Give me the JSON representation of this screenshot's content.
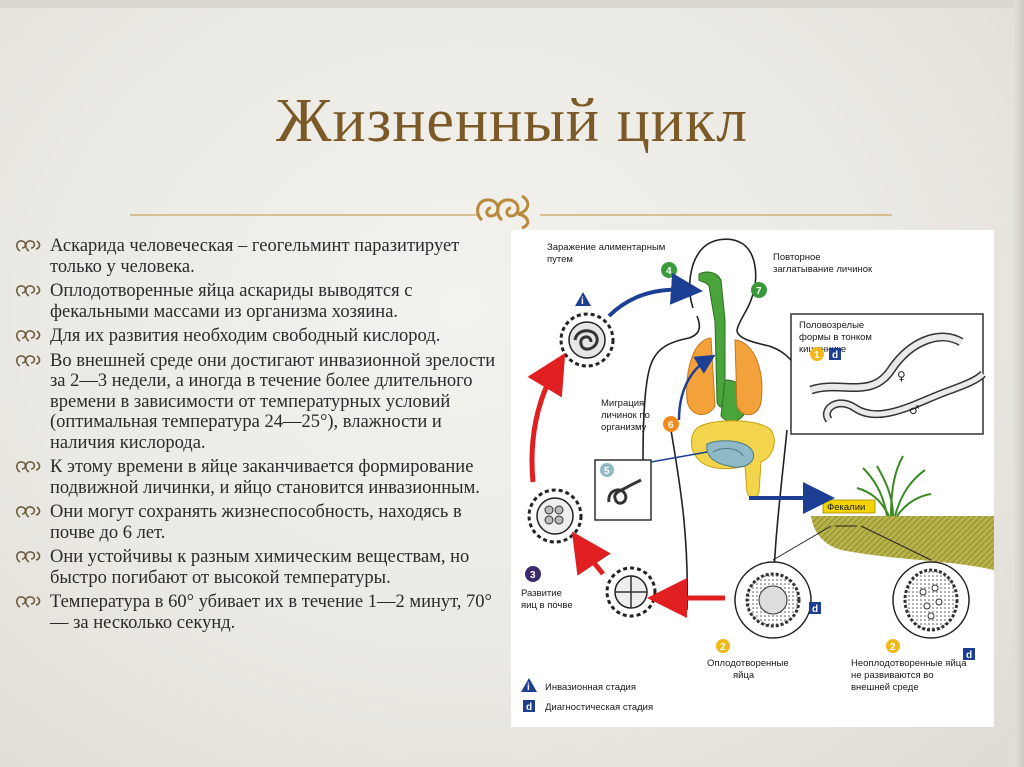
{
  "title": "Жизненный цикл",
  "bullets": [
    "Аскарида человеческая – геогельминт паразитирует только у человека.",
    "Оплодотворенные яйца аскариды выводятся с фекальными массами из организма хозяина.",
    " Для их развития необходим свободный кислород.",
    "Во внешней среде они достигают инвазионной зрелости за 2—3 недели, а иногда в течение более длительного времени в зависимости от температурных условий (оптимальная температура 24—25°), влажности и наличия кислорода.",
    " К этому времени в яйце заканчивается формирование подвижной личинки, и яйцо становится инвазионным.",
    "Они могут сохранять жизнеспособность, находясь в почве до 6 лет.",
    "Они устойчивы к разным химическим веществам, но быстро погибают от высокой температуры.",
    "Температура в 60° убивает их в течение 1—2 минут, 70° — за несколько секунд."
  ],
  "diagram": {
    "label_infection_1": "Заражение алиментарным",
    "label_infection_2": "путем",
    "label_reswallow_1": "Повторное",
    "label_reswallow_2": "заглатывание личинок",
    "label_adult_1": "Половозрелые",
    "label_adult_2": "формы в тонком",
    "label_adult_3": "кишечнике",
    "label_migration_1": "Миграция",
    "label_migration_2": "личинок по",
    "label_migration_3": "организму",
    "label_feces": "Фекалии",
    "label_dev_1": "Развитие",
    "label_dev_2": "яиц в почве",
    "label_fert_1": "Оплодотворенные",
    "label_fert_2": "яйца",
    "label_unfert_1": "Неоплодотворенные яйца",
    "label_unfert_2": "не развиваются во",
    "label_unfert_3": "внешней среде",
    "legend_invasive": "Инвазионная стадия",
    "legend_diagnostic": "Диагностическая стадия",
    "stage_numbers": [
      "1",
      "2",
      "2",
      "3",
      "4",
      "5",
      "6",
      "7"
    ],
    "marker_i": "i",
    "marker_d": "d",
    "symbol_female": "♀",
    "symbol_male": "♂"
  },
  "colors": {
    "title": "#7b5a27",
    "accent_line": "#c9a55b",
    "stage_green": "#3a9a3a",
    "stage_yellow": "#f2b817",
    "stage_orange": "#f08a1e",
    "stage_purple": "#3d2a6d",
    "marker_blue": "#1c3f94",
    "arrow_red": "#e02020"
  }
}
